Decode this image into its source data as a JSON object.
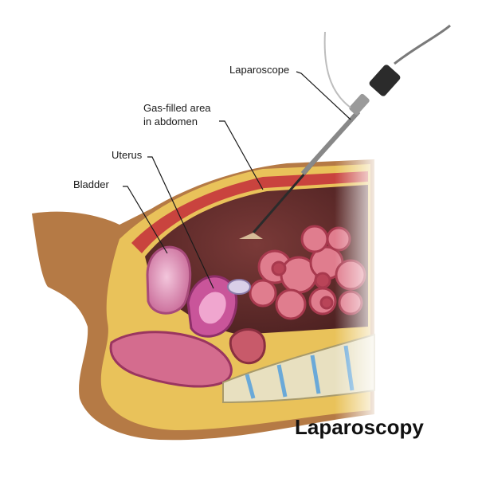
{
  "title": "Laparoscopy",
  "labels": {
    "laparoscope": "Laparoscope",
    "gas_area_line1": "Gas-filled area",
    "gas_area_line2": "in abdomen",
    "uterus": "Uterus",
    "bladder": "Bladder"
  },
  "colors": {
    "skin": "#b57a45",
    "fat": "#e9c25a",
    "muscle": "#c9433e",
    "cavity": "#5e2a2a",
    "intestine": "#d9697a",
    "uterus": "#c9559a",
    "bladder": "#d98ab2",
    "bone": "#e8e0c0",
    "spine_disc": "#6aa9d8",
    "instrument": "#2b2b2b",
    "leader_line": "#1a1a1a"
  }
}
